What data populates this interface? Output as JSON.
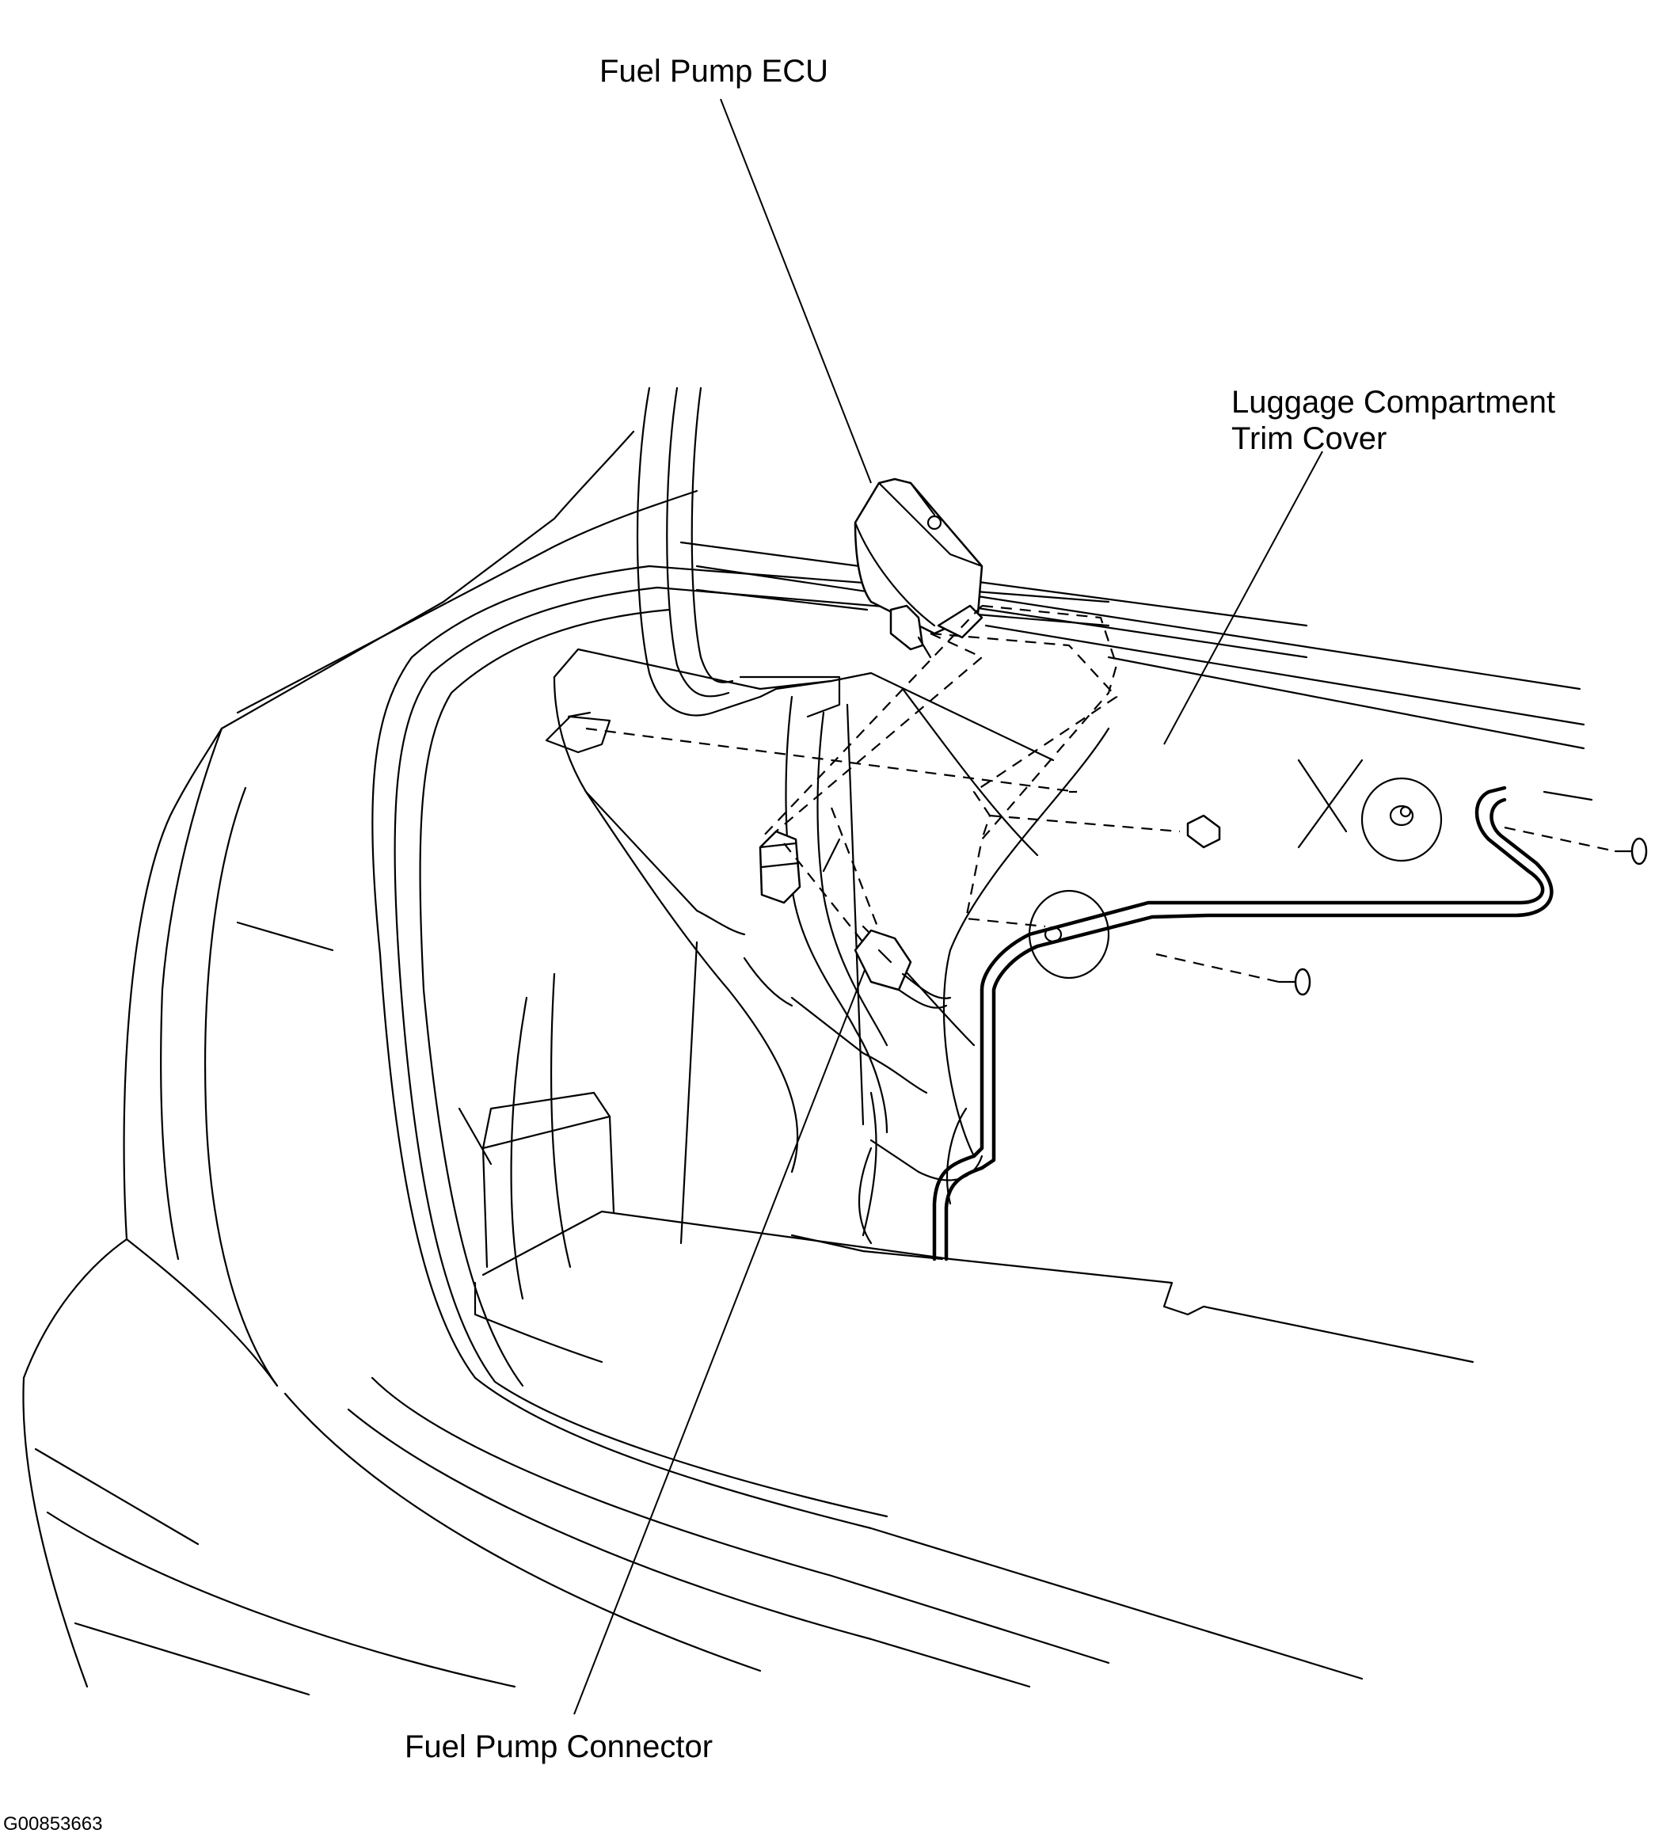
{
  "labels": {
    "fuel_pump_ecu": "Fuel Pump ECU",
    "trim_cover_line1": "Luggage Compartment",
    "trim_cover_line2": "Trim Cover",
    "fuel_pump_connector": "Fuel Pump Connector",
    "figure_id": "G00853663"
  },
  "colors": {
    "line": "#000000",
    "background": "#ffffff"
  }
}
